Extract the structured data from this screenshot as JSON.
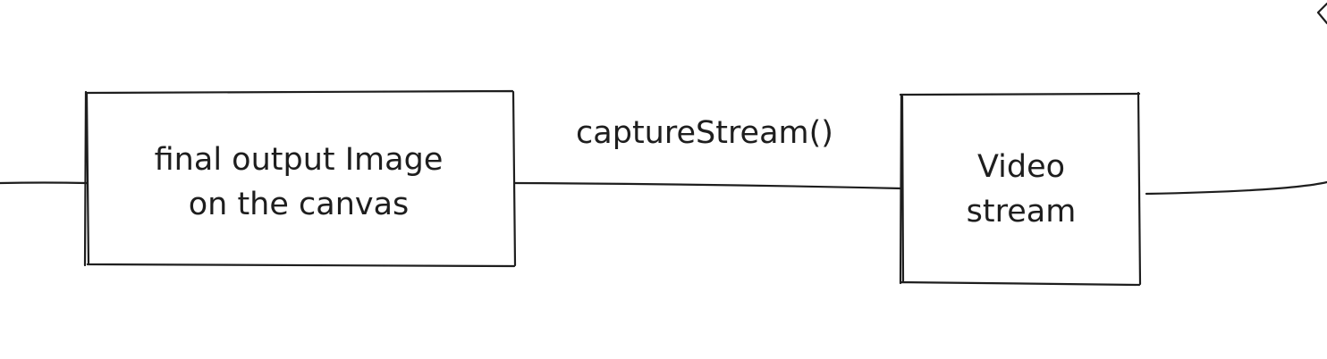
{
  "diagram": {
    "nodes": [
      {
        "id": "canvas",
        "lines": [
          "final output Image",
          "on the canvas"
        ]
      },
      {
        "id": "video",
        "lines": [
          "Video",
          "stream"
        ]
      }
    ],
    "edges": [
      {
        "from": "canvas",
        "to": "video",
        "label": "captureStream()"
      }
    ]
  }
}
